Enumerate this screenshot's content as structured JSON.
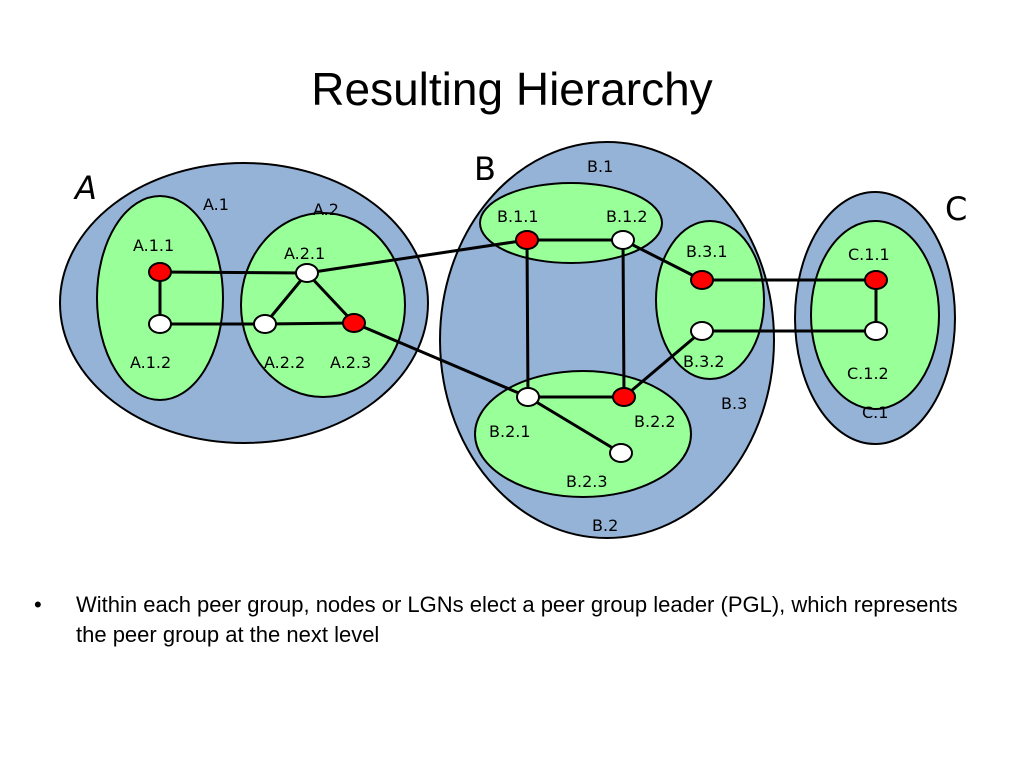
{
  "title": "Resulting Hierarchy",
  "groups": {
    "A": "A",
    "B": "B",
    "C": "C",
    "A1": "A.1",
    "A2": "A.2",
    "B1": "B.1",
    "B2": "B.2",
    "B3": "B.3",
    "C1": "C.1"
  },
  "nodes": {
    "A11": "A.1.1",
    "A12": "A.1.2",
    "A21": "A.2.1",
    "A22": "A.2.2",
    "A23": "A.2.3",
    "B11": "B.1.1",
    "B12": "B.1.2",
    "B21": "B.2.1",
    "B22": "B.2.2",
    "B23": "B.2.3",
    "B31": "B.3.1",
    "B32": "B.3.2",
    "C11": "C.1.1",
    "C12": "C.1.2"
  },
  "colors": {
    "outer": "#95b3d7",
    "inner": "#99ff99",
    "leader": "#ff0000",
    "member": "#ffffff"
  },
  "bullet": {
    "marker": "•",
    "text": "Within each peer group, nodes or LGNs elect a peer group leader (PGL), which represents the peer group at the next level"
  }
}
